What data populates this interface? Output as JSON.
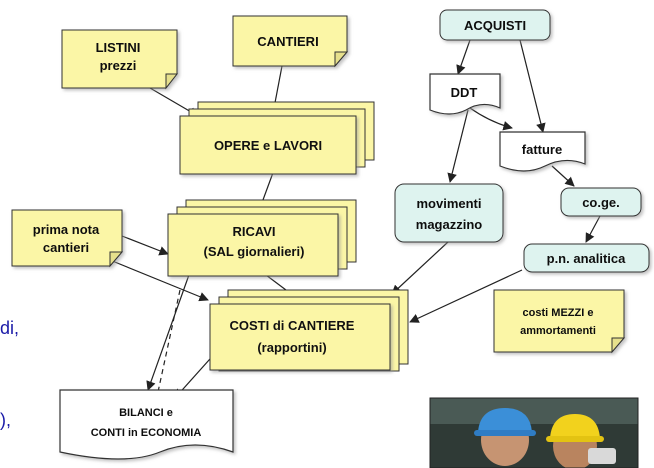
{
  "colors": {
    "note_fill": "#fbf6a6",
    "note_fold": "#e6e08c",
    "node_fill": "#def3ef",
    "doc_fill": "#ffffff",
    "stroke": "#333333",
    "fragment_text": "#1a1aa8"
  },
  "nodes": {
    "listini_l1": "LISTINI",
    "listini_l2": "prezzi",
    "cantieri": "CANTIERI",
    "opere": "OPERE e LAVORI",
    "ricavi_l1": "RICAVI",
    "ricavi_l2": "(SAL giornalieri)",
    "prima_nota_l1": "prima nota",
    "prima_nota_l2": "cantieri",
    "costi_l1": "COSTI di CANTIERE",
    "costi_l2": "(rapportini)",
    "bilanci_l1": "BILANCI e",
    "bilanci_l2": "CONTI in ECONOMIA",
    "acquisti": "ACQUISTI",
    "ddt": "DDT",
    "fatture": "fatture",
    "movimenti_l1": "movimenti",
    "movimenti_l2": "magazzino",
    "coge": "co.ge.",
    "pn_analitica": "p.n. analitica",
    "costi_mezzi_l1": "costi MEZZI e",
    "costi_mezzi_l2": "ammortamenti"
  },
  "side_fragments": [
    "di,",
    "),"
  ],
  "photo": "workers-with-hard-hats-photo"
}
